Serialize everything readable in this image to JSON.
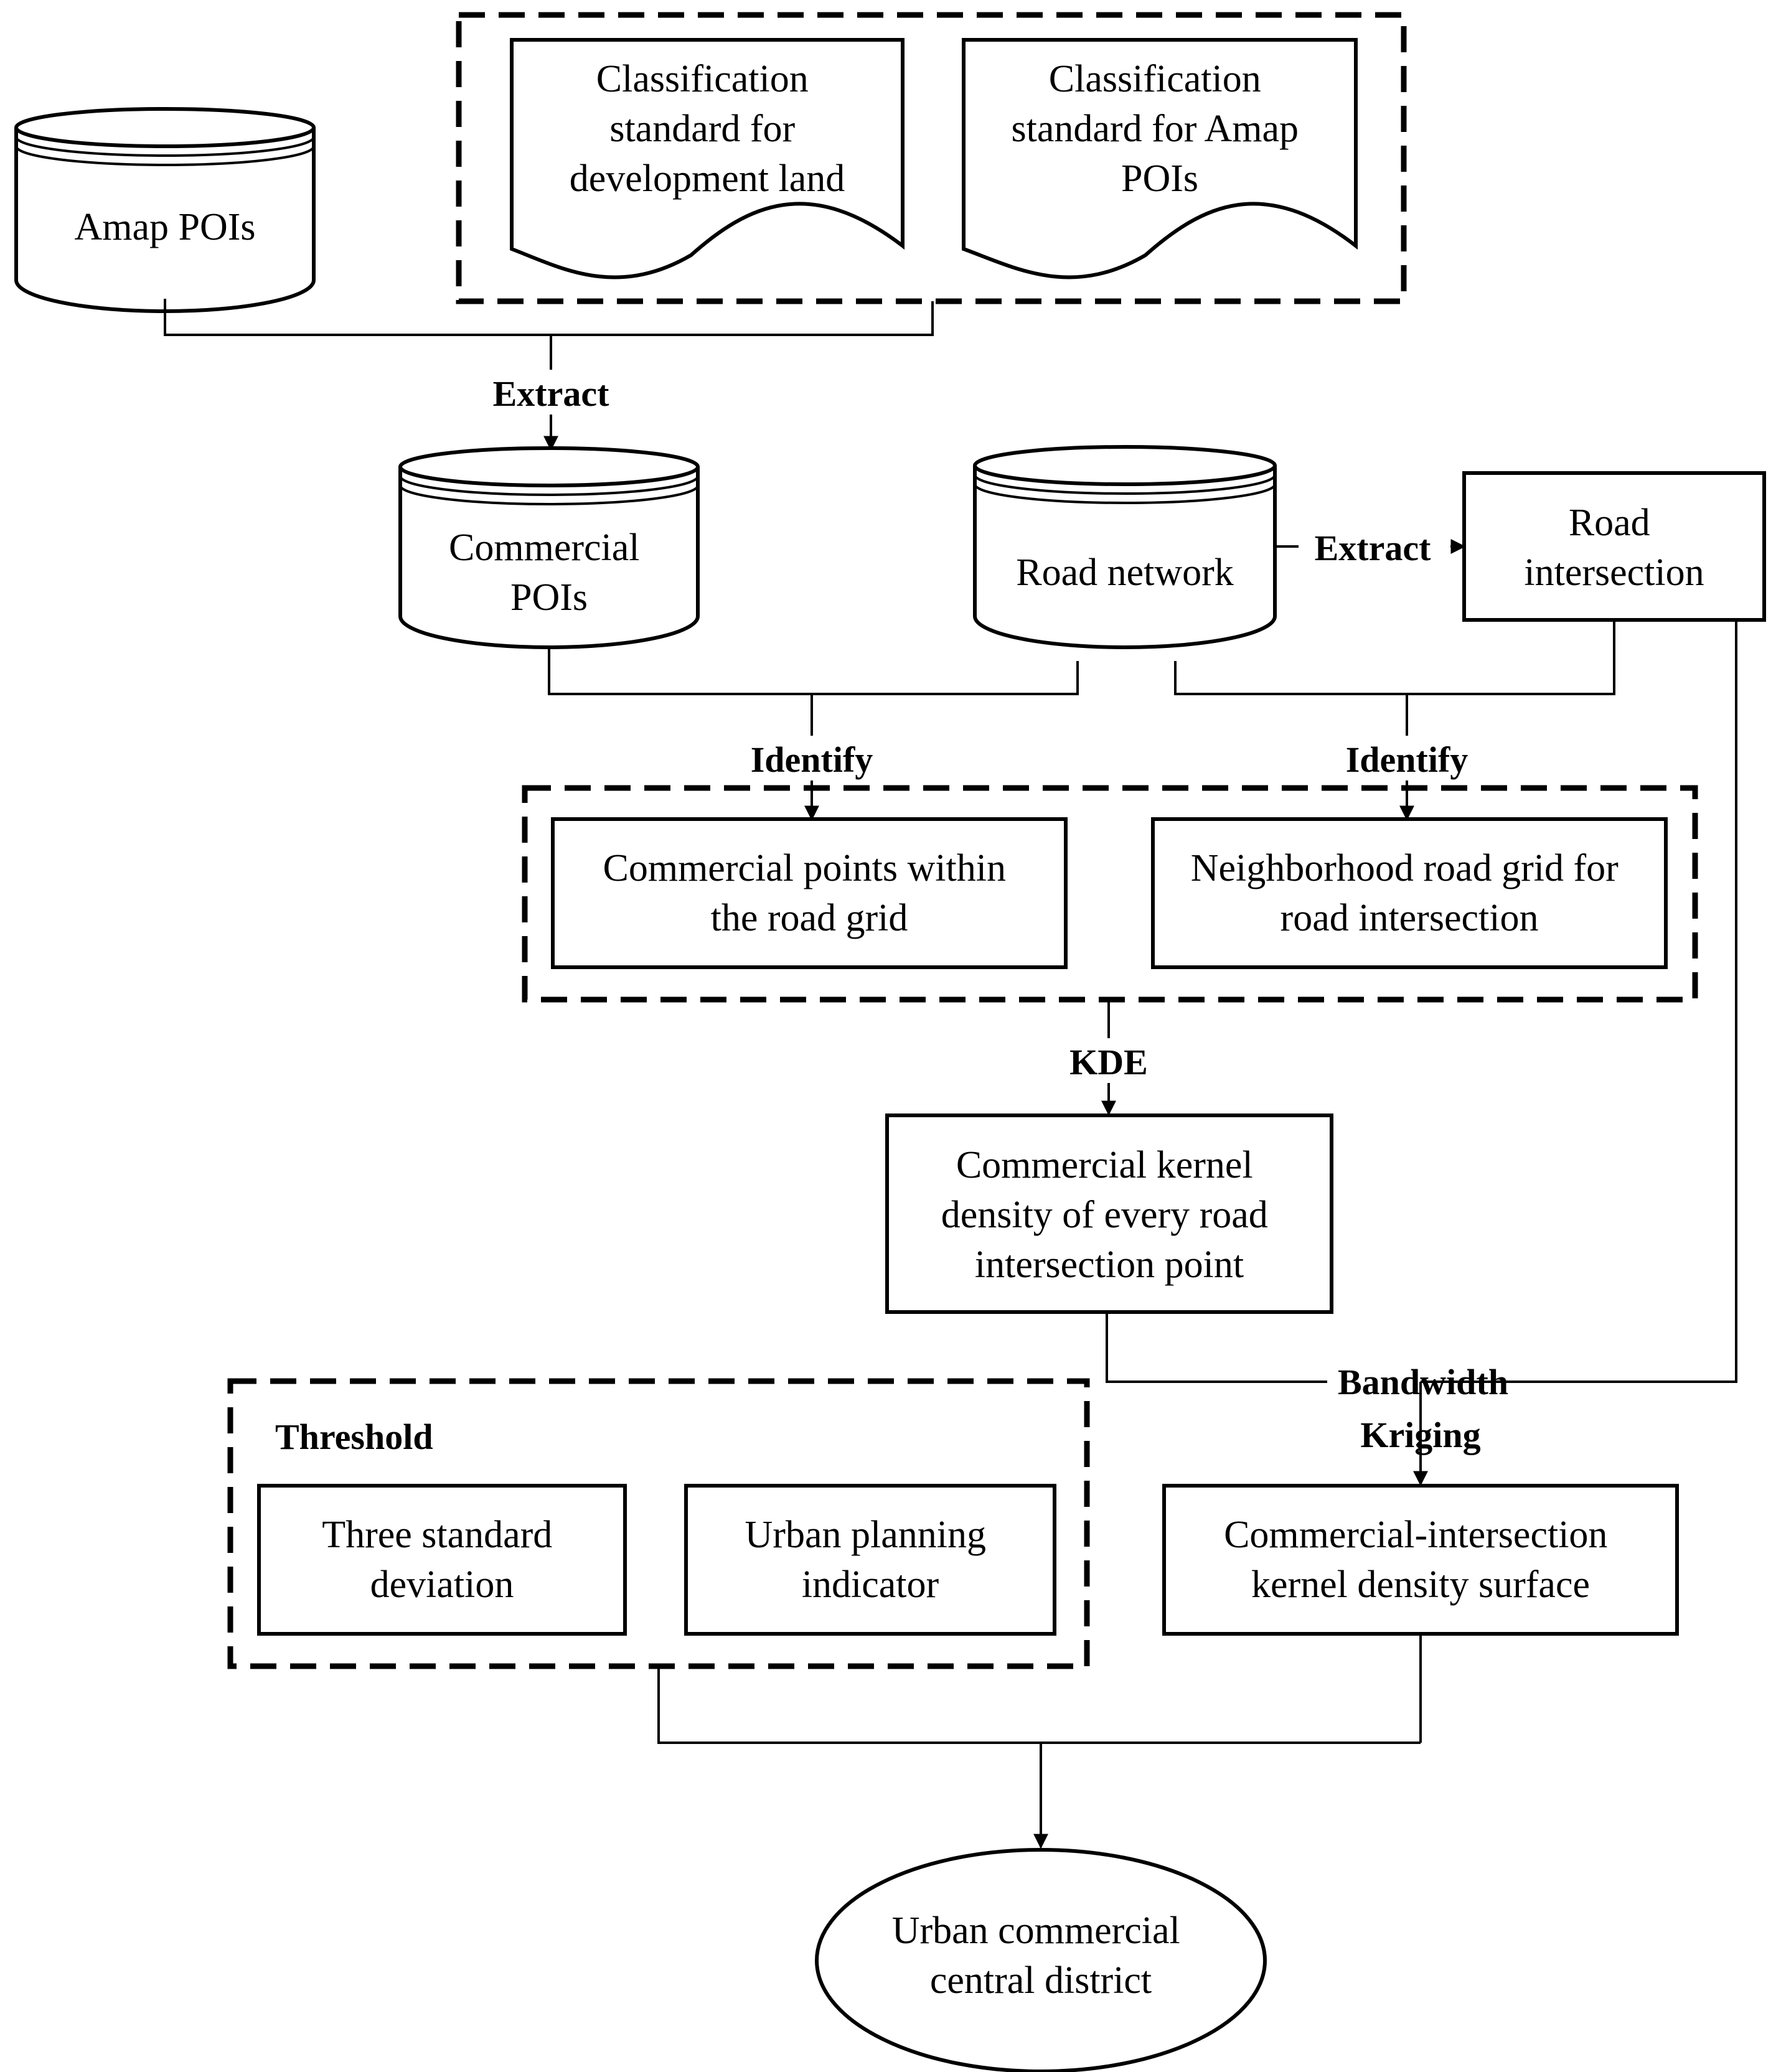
{
  "nodes": {
    "amap_pois": "Amap POIs",
    "class_dev_land": [
      "Classification",
      "standard for",
      "development land"
    ],
    "class_amap_pois": [
      "Classification",
      "standard for Amap",
      "POIs"
    ],
    "commercial_pois": [
      "Commercial",
      "POIs"
    ],
    "road_network": "Road network",
    "road_intersection": [
      "Road",
      "intersection"
    ],
    "commercial_points": [
      "Commercial points within",
      "the road grid"
    ],
    "neighborhood_grid": [
      "Neighborhood road grid for",
      "road intersection"
    ],
    "kernel_density": [
      "Commercial kernel",
      "density of every road",
      "intersection point"
    ],
    "threshold_title": "Threshold",
    "three_std": [
      "Three standard",
      "deviation"
    ],
    "urban_indicator": [
      "Urban planning",
      "indicator"
    ],
    "density_surface": [
      "Commercial-intersection",
      "kernel density surface"
    ],
    "ucd": [
      "Urban commercial",
      "central district"
    ]
  },
  "edges": {
    "extract_1": "Extract",
    "extract_2": "Extract",
    "identify_1": "Identify",
    "identify_2": "Identify",
    "kde": "KDE",
    "bandwidth": "Bandwidth",
    "kriging": "Kriging"
  }
}
